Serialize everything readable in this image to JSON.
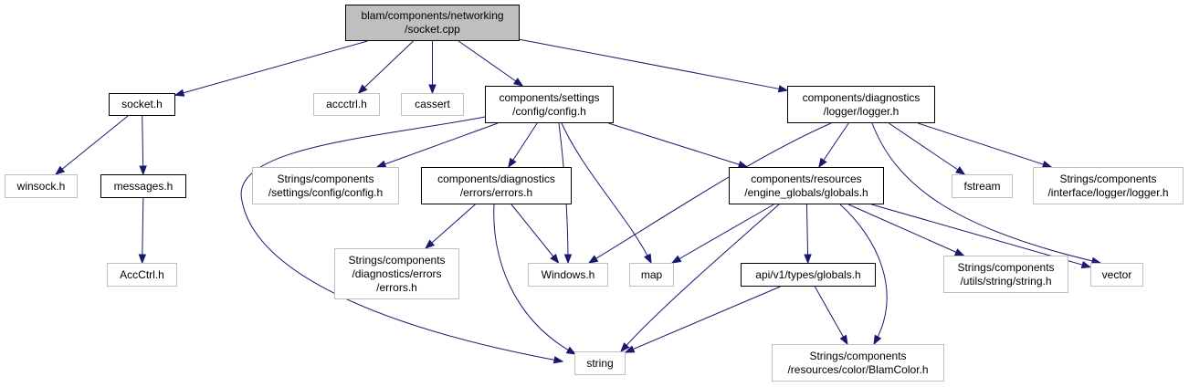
{
  "colors": {
    "edge": "#191970",
    "root_fill": "#bfbfbf",
    "defined_border": "#000000",
    "external_border": "#bfbfbf"
  },
  "nodes": {
    "root": {
      "lines": [
        "blam/components/networking",
        "/socket.cpp"
      ],
      "kind": "root"
    },
    "socket_h": {
      "lines": [
        "socket.h"
      ],
      "kind": "defined"
    },
    "accctrl_lower": {
      "lines": [
        "accctrl.h"
      ],
      "kind": "external"
    },
    "cassert": {
      "lines": [
        "cassert"
      ],
      "kind": "external"
    },
    "config_h": {
      "lines": [
        "components/settings",
        "/config/config.h"
      ],
      "kind": "defined"
    },
    "logger_h": {
      "lines": [
        "components/diagnostics",
        "/logger/logger.h"
      ],
      "kind": "defined"
    },
    "winsock": {
      "lines": [
        "winsock.h"
      ],
      "kind": "external"
    },
    "messages_h": {
      "lines": [
        "messages.h"
      ],
      "kind": "defined"
    },
    "strings_config": {
      "lines": [
        "Strings/components",
        "/settings/config/config.h"
      ],
      "kind": "external"
    },
    "errors_h": {
      "lines": [
        "components/diagnostics",
        "/errors/errors.h"
      ],
      "kind": "defined"
    },
    "globals_h": {
      "lines": [
        "components/resources",
        "/engine_globals/globals.h"
      ],
      "kind": "defined"
    },
    "fstream": {
      "lines": [
        "fstream"
      ],
      "kind": "external"
    },
    "strings_logger": {
      "lines": [
        "Strings/components",
        "/interface/logger/logger.h"
      ],
      "kind": "external"
    },
    "accctrl_upper": {
      "lines": [
        "AccCtrl.h"
      ],
      "kind": "external"
    },
    "strings_errors": {
      "lines": [
        "Strings/components",
        "/diagnostics/errors",
        "/errors.h"
      ],
      "kind": "external"
    },
    "windows_h": {
      "lines": [
        "Windows.h"
      ],
      "kind": "external"
    },
    "map": {
      "lines": [
        "map"
      ],
      "kind": "external"
    },
    "api_globals": {
      "lines": [
        "api/v1/types/globals.h"
      ],
      "kind": "defined"
    },
    "strings_string": {
      "lines": [
        "Strings/components",
        "/utils/string/string.h"
      ],
      "kind": "external"
    },
    "vector": {
      "lines": [
        "vector"
      ],
      "kind": "external"
    },
    "string": {
      "lines": [
        "string"
      ],
      "kind": "external"
    },
    "strings_blamcolor": {
      "lines": [
        "Strings/components",
        "/resources/color/BlamColor.h"
      ],
      "kind": "external"
    }
  },
  "edges": [
    [
      "root",
      "socket_h"
    ],
    [
      "root",
      "accctrl_lower"
    ],
    [
      "root",
      "cassert"
    ],
    [
      "root",
      "config_h"
    ],
    [
      "root",
      "logger_h"
    ],
    [
      "socket_h",
      "winsock"
    ],
    [
      "socket_h",
      "messages_h"
    ],
    [
      "messages_h",
      "accctrl_upper"
    ],
    [
      "config_h",
      "string"
    ],
    [
      "config_h",
      "strings_config"
    ],
    [
      "config_h",
      "errors_h"
    ],
    [
      "config_h",
      "windows_h"
    ],
    [
      "config_h",
      "map"
    ],
    [
      "config_h",
      "globals_h"
    ],
    [
      "logger_h",
      "windows_h"
    ],
    [
      "logger_h",
      "globals_h"
    ],
    [
      "logger_h",
      "vector"
    ],
    [
      "logger_h",
      "fstream"
    ],
    [
      "logger_h",
      "strings_logger"
    ],
    [
      "errors_h",
      "strings_errors"
    ],
    [
      "errors_h",
      "windows_h"
    ],
    [
      "errors_h",
      "string"
    ],
    [
      "globals_h",
      "map"
    ],
    [
      "globals_h",
      "api_globals"
    ],
    [
      "globals_h",
      "string"
    ],
    [
      "globals_h",
      "strings_string"
    ],
    [
      "globals_h",
      "vector"
    ],
    [
      "globals_h",
      "strings_blamcolor"
    ],
    [
      "api_globals",
      "string"
    ],
    [
      "api_globals",
      "strings_blamcolor"
    ]
  ]
}
